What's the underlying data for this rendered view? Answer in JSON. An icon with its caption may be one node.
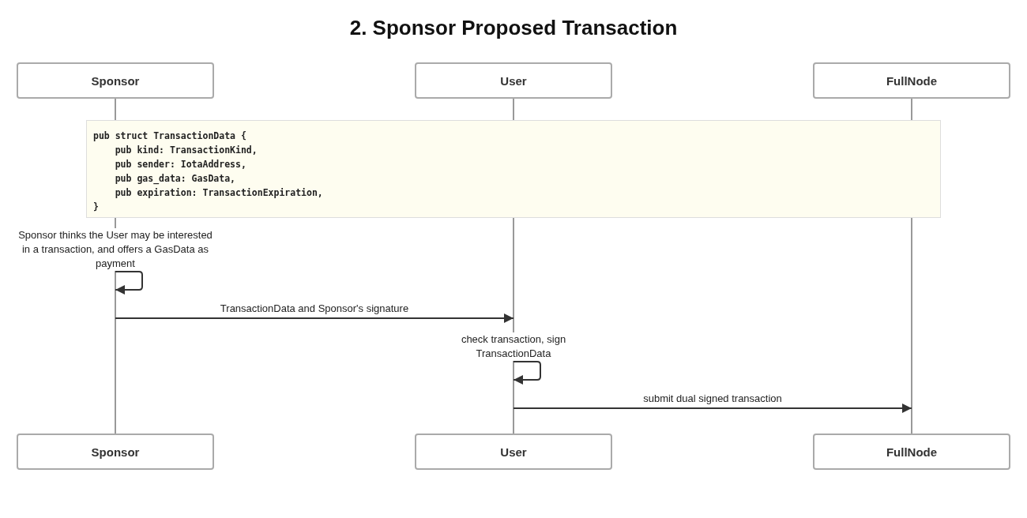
{
  "diagram": {
    "title": "2. Sponsor Proposed Transaction",
    "nodes": [
      {
        "text": [
          "Sponsor"
        ]
      },
      {
        "text": [
          "User"
        ]
      },
      {
        "text": [
          "FullNode"
        ]
      },
      {
        "text": [
          "pub struct TransactionData {",
          "    pub kind: TransactionKind,",
          "    pub sender: IotaAddress,",
          "    pub gas_data: GasData,",
          "    pub expiration: TransactionExpiration,",
          "}"
        ]
      },
      {
        "text": [
          "Sponsor"
        ]
      },
      {
        "text": [
          "User"
        ]
      },
      {
        "text": [
          "FullNode"
        ]
      },
      {
        "text": [],
        "shape": "bar"
      },
      {
        "text": [],
        "shape": "bar"
      },
      {
        "text": [],
        "shape": "bar"
      }
    ],
    "edges": [
      {
        "from": 7,
        "to": 7,
        "arrow": "to",
        "label": "Sponsor thinks the User may be interested in a transaction, and offers a GasData as payment"
      },
      {
        "from": 7,
        "to": 8,
        "arrow": "to",
        "label": "TransactionData and Sponsor's signature"
      },
      {
        "from": 8,
        "to": 8,
        "arrow": "to",
        "label": "check transaction, sign TransactionData"
      },
      {
        "from": 8,
        "to": 9,
        "arrow": "to",
        "label": "submit dual signed transaction"
      }
    ]
  }
}
